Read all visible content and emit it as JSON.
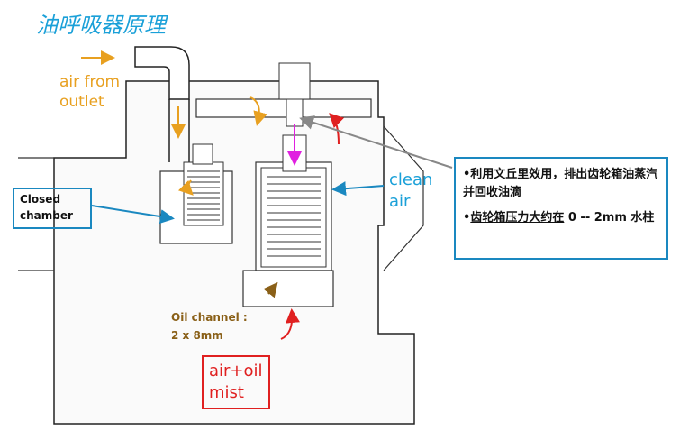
{
  "title": "油呼吸器原理",
  "labels": {
    "air_from_outlet": [
      "air from",
      "outlet"
    ],
    "closed_chamber": [
      "Closed",
      "chamber"
    ],
    "clean_air": [
      "clean",
      "air"
    ],
    "oil_channel": [
      "Oil channel :",
      "2 x 8mm"
    ],
    "air_oil_mist": [
      "air+oil",
      "mist"
    ]
  },
  "info": {
    "bullet1": "•利用文丘里效用，排出齿轮箱油蒸汽并回收油滴",
    "bullet2_prefix": "•",
    "bullet2_underlined": "齿轮箱压力大约在",
    "bullet2_rest": " 0 -- 2mm 水柱"
  },
  "colors": {
    "title": "#1aa0d8",
    "air_outlet": "#e8a020",
    "clean_air": "#1aa0d8",
    "mist": "#e02020",
    "oil_channel": "#8a6018",
    "flow_pink": "#e020e0",
    "box_border": "#1a88c0"
  }
}
